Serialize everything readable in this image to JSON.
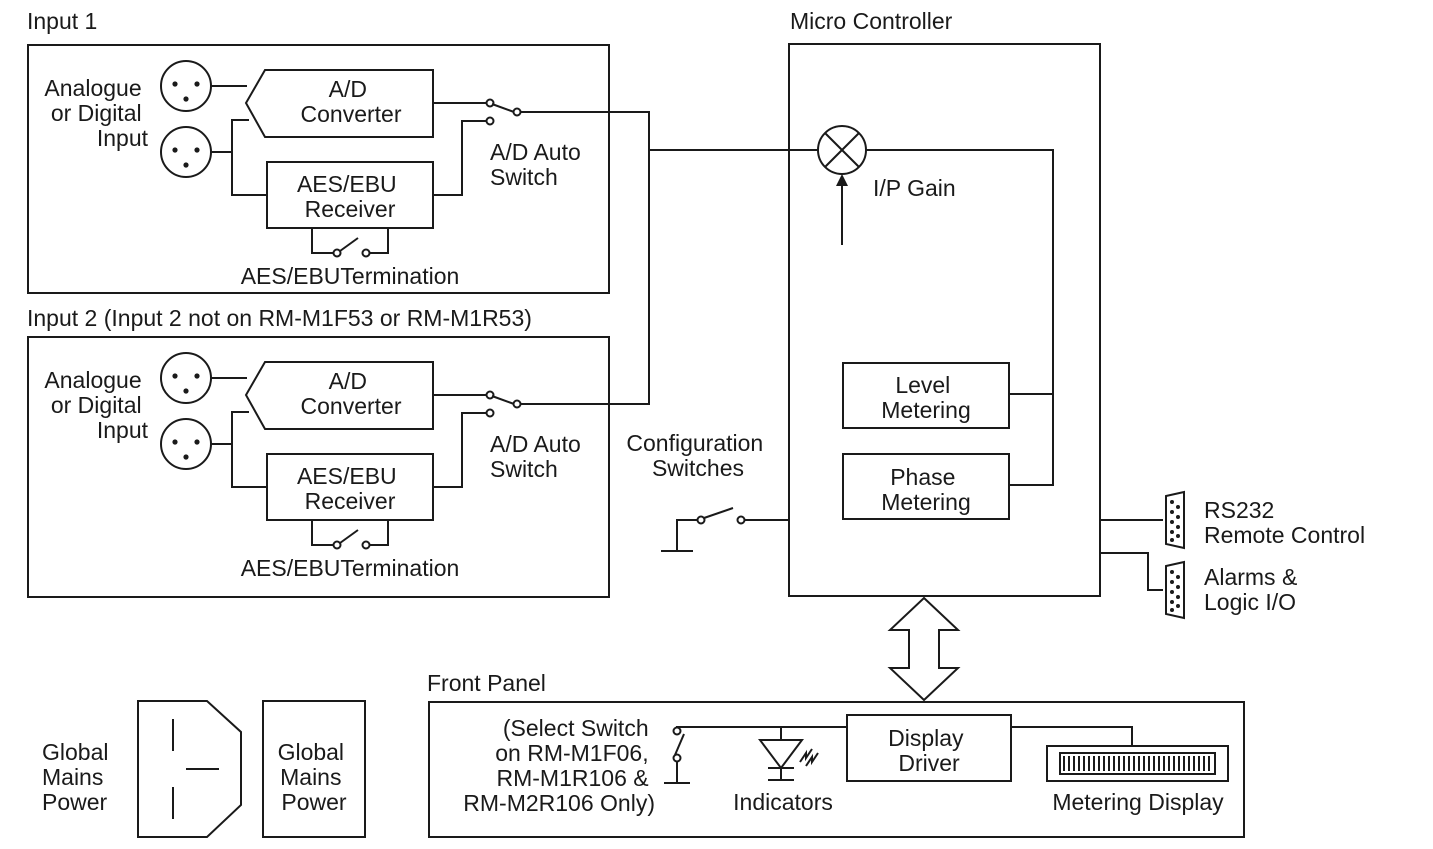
{
  "input1": {
    "title": "Input 1",
    "source_label": [
      "Analogue",
      "or Digital",
      "Input"
    ],
    "adc": [
      "A/D",
      "Converter"
    ],
    "receiver": [
      "AES/EBU",
      "Receiver"
    ],
    "auto_switch": [
      "A/D Auto",
      "Switch"
    ],
    "termination": "AES/EBUTermination"
  },
  "input2": {
    "title": "Input 2 (Input 2 not on RM-M1F53 or RM-M1R53)",
    "source_label": [
      "Analogue",
      "or Digital",
      "Input"
    ],
    "adc": [
      "A/D",
      "Converter"
    ],
    "receiver": [
      "AES/EBU",
      "Receiver"
    ],
    "auto_switch": [
      "A/D Auto",
      "Switch"
    ],
    "termination": "AES/EBUTermination"
  },
  "micro": {
    "title": "Micro Controller",
    "gain": "I/P Gain",
    "level": [
      "Level",
      "Metering"
    ],
    "phase": [
      "Phase",
      "Metering"
    ]
  },
  "config": [
    "Configuration",
    "Switches"
  ],
  "rs232": [
    "RS232",
    "Remote Control"
  ],
  "alarms": [
    "Alarms &",
    "Logic I/O"
  ],
  "front": {
    "title": "Front Panel",
    "select": [
      "(Select Switch",
      "on RM-M1F06,",
      "RM-M1R106 &",
      "RM-M2R106 Only)"
    ],
    "indicators": "Indicators",
    "driver": [
      "Display",
      "Driver"
    ],
    "meter": "Metering Display"
  },
  "power": {
    "left": [
      "Global",
      "Mains",
      "Power"
    ],
    "box": [
      "Global",
      "Mains",
      "Power"
    ]
  }
}
